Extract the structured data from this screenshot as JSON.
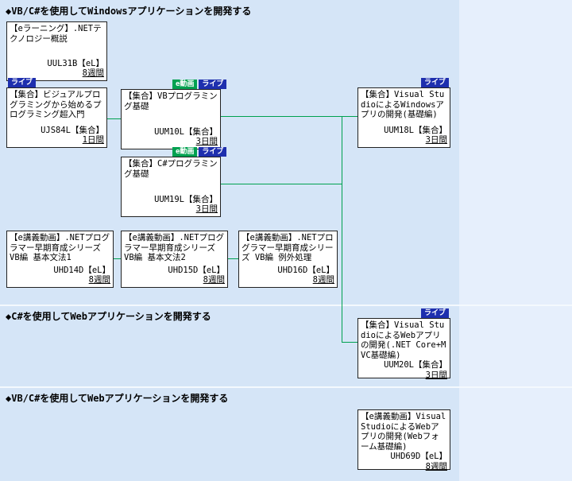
{
  "sections": [
    {
      "title": "◆VB/C#を使用してWindowsアプリケーションを開発する"
    },
    {
      "title": "◆C#を使用してWebアプリケーションを開発する"
    },
    {
      "title": "◆VB/C#を使用してWebアプリケーションを開発する"
    }
  ],
  "badges": {
    "live": "ライブ",
    "evideo": "e動画"
  },
  "colors": {
    "background": "#d5e5f7",
    "right_band": "#e6effc",
    "connector": "#00a150",
    "live_badge": "#1e2fae",
    "evideo_badge": "#00a150"
  },
  "courses": [
    {
      "title": "【eラーニング】.NETテクノロジー概説",
      "code": "UUL31B【eL】",
      "duration": "8週間"
    },
    {
      "title": "【集合】ビジュアルプログラミングから始めるプログラミング超入門",
      "code": "UJS84L【集合】",
      "duration": "1日間"
    },
    {
      "title": "【集合】VBプログラミング基礎",
      "code": "UUM10L【集合】",
      "duration": "3日間"
    },
    {
      "title": "【集合】C#プログラミング基礎",
      "code": "UUM19L【集合】",
      "duration": "3日間"
    },
    {
      "title": "【集合】Visual StudioによるWindowsアプリの開発(基礎編)",
      "code": "UUM18L【集合】",
      "duration": "3日間"
    },
    {
      "title": "【e講義動画】.NETプログラマー早期育成シリーズ VB編 基本文法1",
      "code": "UHD14D【eL】",
      "duration": "8週間"
    },
    {
      "title": "【e講義動画】.NETプログラマー早期育成シリーズ VB編 基本文法2",
      "code": "UHD15D【eL】",
      "duration": "8週間"
    },
    {
      "title": "【e講義動画】.NETプログラマー早期育成シリーズ VB編 例外処理",
      "code": "UHD16D【eL】",
      "duration": "8週間"
    },
    {
      "title": "【集合】Visual StudioによるWebアプリの開発(.NET Core+MVC基礎編)",
      "code": "UUM20L【集合】",
      "duration": "3日間"
    },
    {
      "title": "【e講義動画】Visual StudioによるWebアプリの開発(Webフォーム基礎編)",
      "code": "UHD69D【eL】",
      "duration": "8週間"
    }
  ]
}
